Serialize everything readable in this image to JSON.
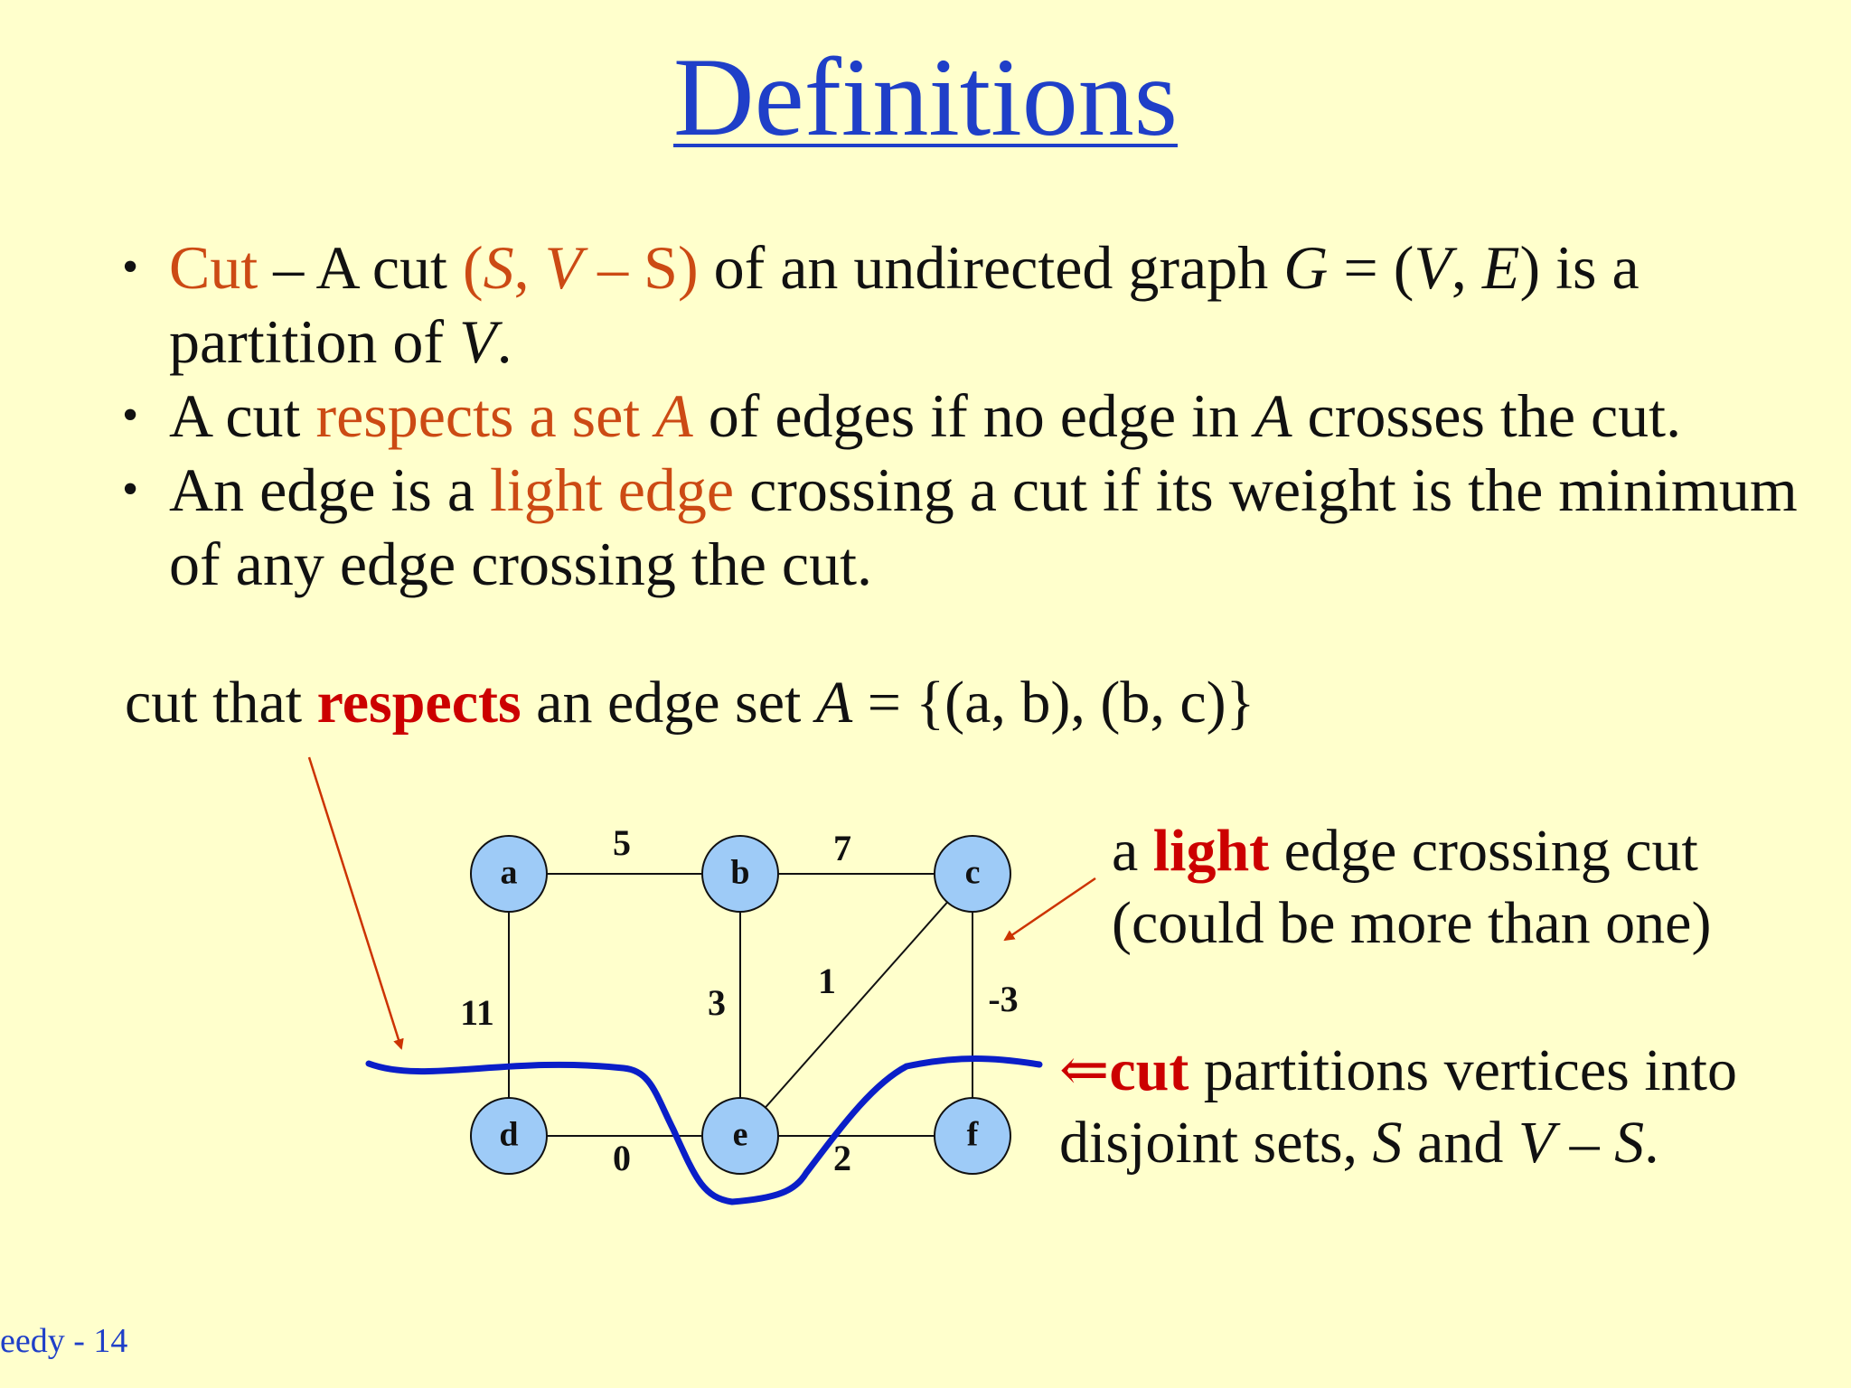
{
  "title": "Definitions",
  "bullets": {
    "b1": {
      "term": "Cut",
      "dash": " – A cut ",
      "cut_open": "(",
      "cut_S": "S",
      "cut_comma": ", ",
      "cut_V": "V",
      "cut_rest": " – S)",
      "text1": " of an undirected graph ",
      "G": "G",
      "eq": " = (",
      "V": "V",
      "comma": ", ",
      "E": "E",
      "text2": ") is a partition of ",
      "V2": "V",
      "period": "."
    },
    "b2": {
      "pre": "A cut ",
      "term": "respects a set ",
      "A": "A",
      "mid": " of edges if no edge in ",
      "A2": "A",
      "post": " crosses the cut."
    },
    "b3": {
      "pre": "An edge is a ",
      "term": "light edge",
      "post": " crossing a cut if its weight is the minimum of any edge crossing the cut."
    }
  },
  "captions": {
    "respects": {
      "pre": "cut that ",
      "bold": "respects",
      "mid": " an edge set ",
      "A": "A",
      "post": " = {(a, b), (b, c)}"
    },
    "light": {
      "pre": "a ",
      "bold": "light",
      "post": " edge crossing cut",
      "line2": "(could be more than one)"
    },
    "partition": {
      "arrow": "⇐",
      "bold": "cut",
      "post": " partitions vertices into",
      "line2_pre": "disjoint sets, ",
      "S": "S",
      "and": " and ",
      "V": "V",
      "dash": " – ",
      "S2": "S",
      "period": "."
    }
  },
  "graph": {
    "nodes": [
      {
        "id": "a",
        "label": "a"
      },
      {
        "id": "b",
        "label": "b"
      },
      {
        "id": "c",
        "label": "c"
      },
      {
        "id": "d",
        "label": "d"
      },
      {
        "id": "e",
        "label": "e"
      },
      {
        "id": "f",
        "label": "f"
      }
    ],
    "edges": [
      {
        "from": "a",
        "to": "b",
        "weight": "5"
      },
      {
        "from": "b",
        "to": "c",
        "weight": "7"
      },
      {
        "from": "a",
        "to": "d",
        "weight": "11"
      },
      {
        "from": "b",
        "to": "e",
        "weight": "3"
      },
      {
        "from": "c",
        "to": "e",
        "weight": "1"
      },
      {
        "from": "c",
        "to": "f",
        "weight": "-3"
      },
      {
        "from": "d",
        "to": "e",
        "weight": "0"
      },
      {
        "from": "e",
        "to": "f",
        "weight": "2"
      }
    ]
  },
  "footer": "eedy - 14",
  "colors": {
    "background": "#FFFFCC",
    "title": "#1F3FC8",
    "term": "#CC4A14",
    "emphasis": "#CC0000",
    "node_fill": "#9ECBF7",
    "cut_line": "#0A1EC8",
    "arrow": "#CC3300"
  }
}
